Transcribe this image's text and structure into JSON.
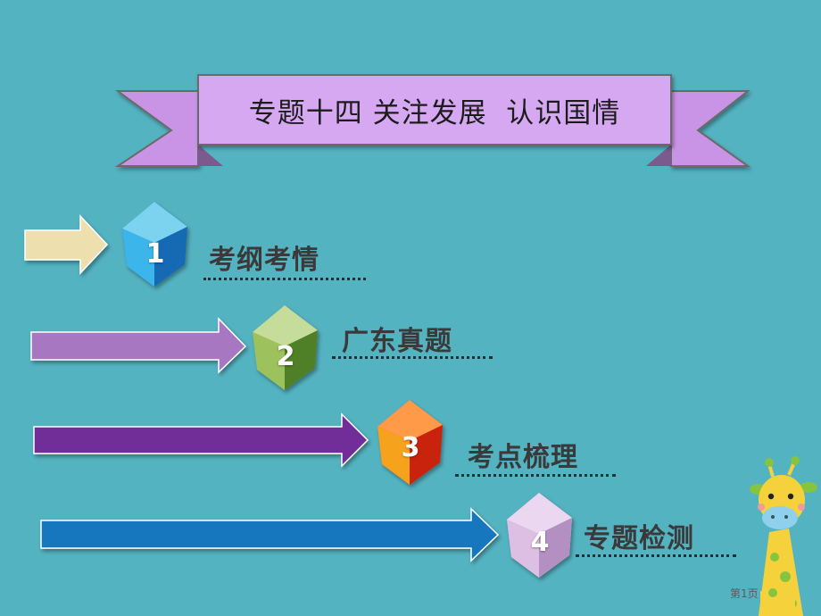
{
  "title": "专题十四 关注发展  认识国情",
  "menu": [
    {
      "number": "1",
      "label": "考纲考情",
      "arrow_color": "#ede0ae",
      "gem_color": "#1e7fd0"
    },
    {
      "number": "2",
      "label": "广东真题",
      "arrow_color": "#a877c2",
      "gem_color": "#6ea03a"
    },
    {
      "number": "3",
      "label": "考点梳理",
      "arrow_color": "#722d98",
      "gem_color": "#e8480e"
    },
    {
      "number": "4",
      "label": "专题检测",
      "arrow_color": "#1876be",
      "gem_color": "#cda8d6"
    }
  ],
  "colors": {
    "background": "#54b3c1",
    "banner": "#d7a8f2"
  },
  "decoration": "giraffe-icon",
  "page_number": "第1页"
}
